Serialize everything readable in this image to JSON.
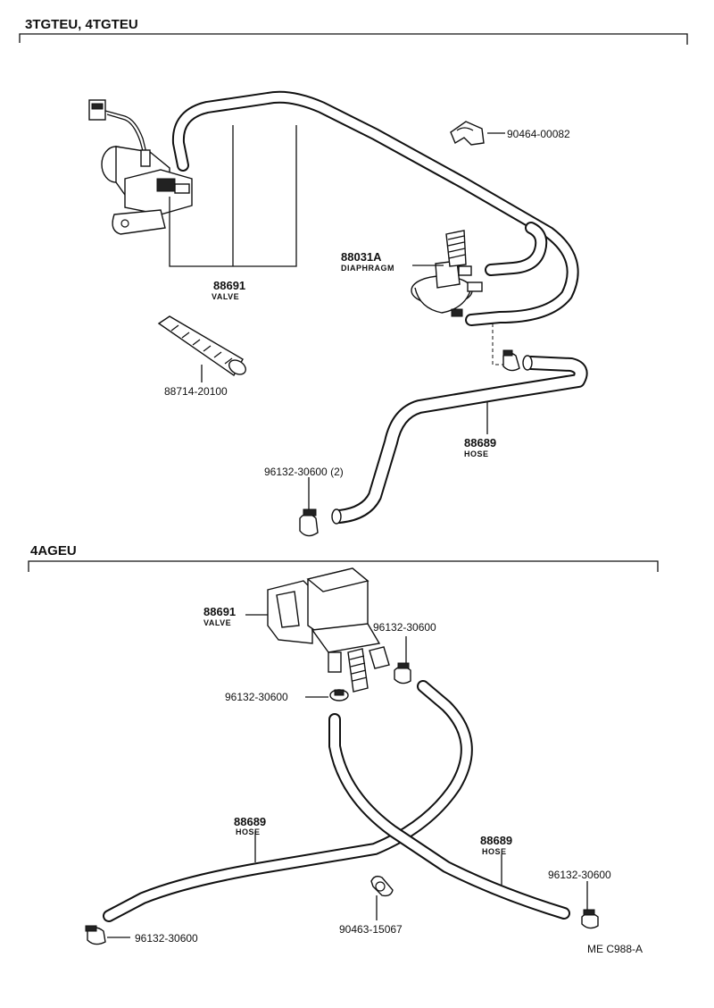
{
  "sections": {
    "top": {
      "title": "3TGTEU, 4TGTEU"
    },
    "bottom": {
      "title": "4AGEU"
    }
  },
  "top_labels": {
    "valve_pn": "88691",
    "valve_name": "VALVE",
    "clip_pn": "90464-00082",
    "diaphragm_pn": "88031A",
    "diaphragm_name": "DIAPHRAGM",
    "sleeve_pn": "88714-20100",
    "hose_pn": "88689",
    "hose_name": "HOSE",
    "clamp_pn": "96132-30600 (2)"
  },
  "bottom_labels": {
    "valve_pn": "88691",
    "valve_name": "VALVE",
    "clamp_right_pn": "96132-30600",
    "clamp_left_pn": "96132-30600",
    "hose_left_pn": "88689",
    "hose_left_name": "HOSE",
    "hose_right_pn": "88689",
    "hose_right_name": "HOSE",
    "clamp_bottom_right_pn": "96132-30600",
    "clamp_bottom_left_pn": "96132-30600",
    "clip_pn": "90463-15067",
    "ref_code": "ME  C988-A"
  }
}
